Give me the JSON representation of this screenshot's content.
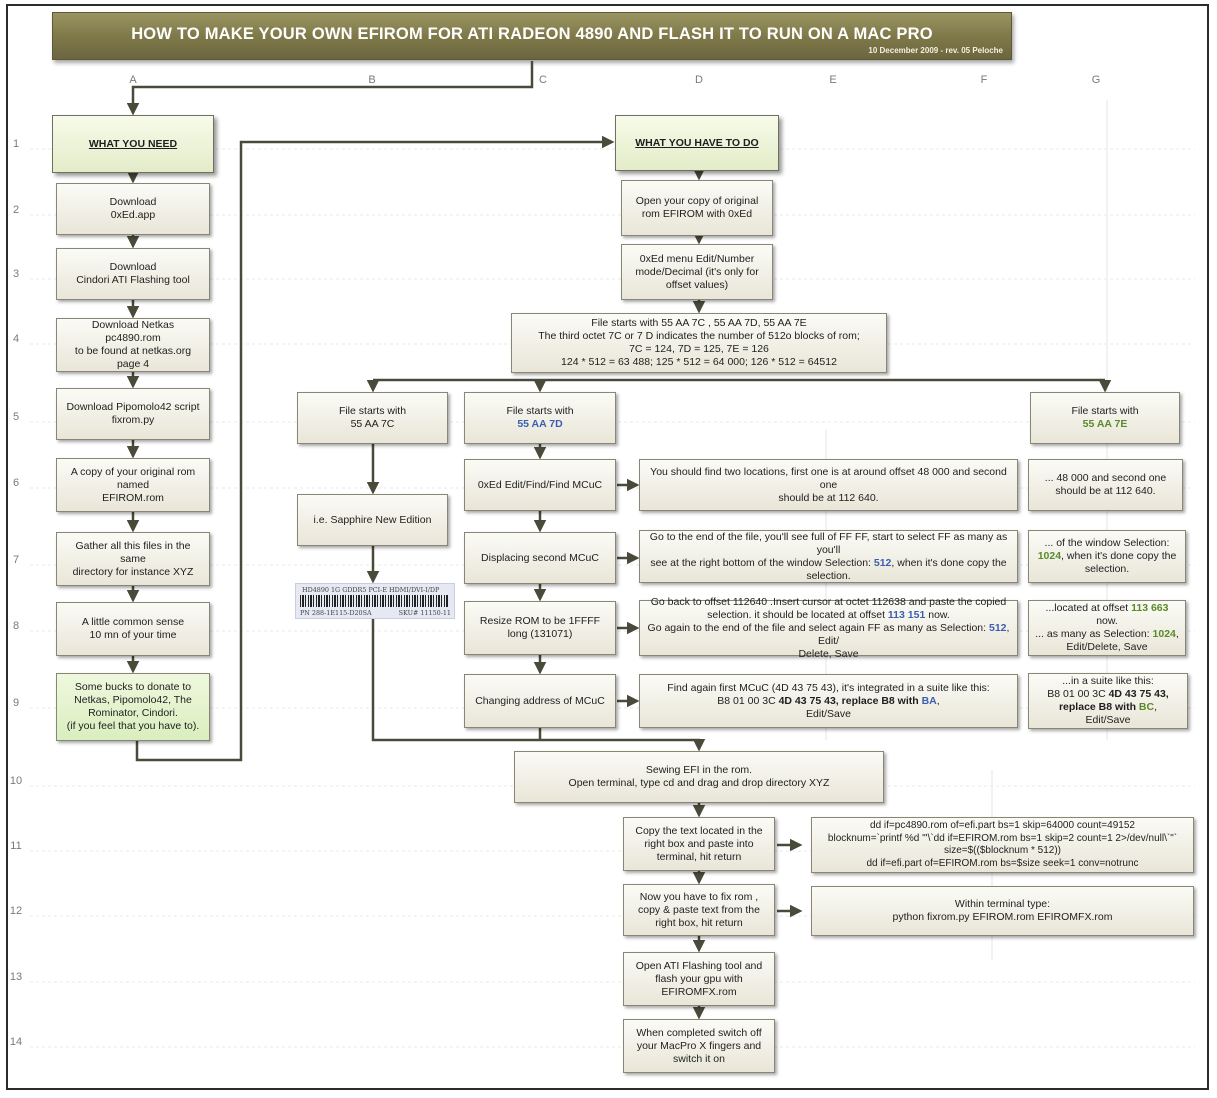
{
  "title": "HOW TO MAKE YOUR OWN EFIROM FOR ATI RADEON 4890 AND FLASH IT TO RUN ON A MAC PRO",
  "subtitle": "10 December 2009 - rev. 05 Peloche",
  "columns": [
    "A",
    "B",
    "C",
    "D",
    "E",
    "F",
    "G"
  ],
  "rows": [
    "1",
    "2",
    "3",
    "4",
    "5",
    "6",
    "7",
    "8",
    "9",
    "10",
    "11",
    "12",
    "13",
    "14"
  ],
  "left": {
    "head": "WHAT YOU NEED",
    "items": [
      {
        "l1": "Download",
        "l2": "0xEd.app"
      },
      {
        "l1": "Download",
        "l2": "Cindori ATI Flashing tool"
      },
      {
        "l1": "Download Netkas pc4890.rom",
        "l2": "to be found at netkas.org",
        "l3": "page 4"
      },
      {
        "l1": "Download Pipomolo42 script",
        "l2": "fixrom.py"
      },
      {
        "l1": "A copy of your original rom",
        "l2": "named",
        "l3": "EFIROM.rom"
      },
      {
        "l1": "Gather all this files in the same",
        "l2": "directory for instance XYZ"
      },
      {
        "l1": "A little common sense",
        "l2": "10 mn of your time"
      },
      {
        "l1": "Some bucks to donate to",
        "l2": "Netkas, Pipomolo42, The",
        "l3": "Rominator, Cindori.",
        "l4": "(if you feel that you have to)."
      }
    ]
  },
  "right": {
    "head": "WHAT YOU HAVE TO DO",
    "open": {
      "l1": "Open your copy of original",
      "l2": "rom EFIROM with 0xEd"
    },
    "menu": {
      "l1": "0xEd menu Edit/Number",
      "l2": "mode/Decimal (it's only for",
      "l3": "offset values)"
    },
    "starts": {
      "l1": "File starts with 55 AA 7C , 55 AA 7D, 55 AA 7E",
      "l2": "The third octet 7C or 7 D indicates the number of 512o blocks of rom;",
      "l3": "7C = 124, 7D = 125, 7E = 126",
      "l4": "124 * 512 = 63 488; 125 *  512 = 64 000; 126 * 512 = 64512"
    }
  },
  "branch_c": {
    "head_l1": "File starts with",
    "head_l2": "55 AA 7C",
    "edition": "i.e. Sapphire New Edition",
    "barcode": {
      "line1": "HD4890 1G GDDR5 PCI-E HDMI/DVI-I/DP",
      "pn": "PN 288-1E115-D20SA",
      "sku": "SKU# 11150-11"
    }
  },
  "branch_d": {
    "head_l1": "File starts with",
    "head_l2": "55 AA 7D",
    "steps": [
      "0xEd Edit/Find/Find MCuC",
      "Displacing second MCuC",
      "Resize ROM to be 1FFFF  long (131071)",
      "Changing address of MCuC"
    ],
    "find": {
      "l1": "You should find two locations, first one is at around offset 48 000 and second one",
      "l2": "should be at 112 640."
    },
    "displace": {
      "l1": "Go to the end of the file, you'll see full of FF FF, start to select FF as many as you'll",
      "l2a": "see at the right bottom of the window Selection: ",
      "l2b": "512",
      "l2c": ", when it's done copy the",
      "l3": "selection."
    },
    "resize": {
      "l1": "Go back to offset 112640 .Insert cursor at octet 112638 and paste the copied",
      "l2a": "selection. it should be located at offset ",
      "l2b": "113 151",
      "l2c": " now.",
      "l3a": "Go again to the end of the file and select again FF as many as Selection: ",
      "l3b": "512",
      "l3c": ", Edit/",
      "l4": "Delete, Save"
    },
    "change": {
      "l1": "Find again first MCuC (4D 43 75 43), it's integrated in a suite like this:",
      "l2a": "B8 01 00 3C ",
      "l2b": "4D 43 75 43, replace B8 with ",
      "l2c": "BA",
      "l2d": ",",
      "l3": "Edit/Save"
    }
  },
  "branch_e": {
    "head_l1": "File starts with",
    "head_l2": "55 AA 7E",
    "find": {
      "l1": "... 48 000 and second one",
      "l2": "should be at 112 640."
    },
    "displace": {
      "l1": "... of the window Selection:",
      "l2a": "1024",
      "l2b": ", when it's done copy the",
      "l3": "selection."
    },
    "resize": {
      "l1a": "...located at offset ",
      "l1b": "113 663",
      "l1c": " now.",
      "l2a": "... as many as Selection: ",
      "l2b": "1024",
      "l2c": ",",
      "l3": "Edit/Delete, Save"
    },
    "change": {
      "l1": "...in a suite like this:",
      "l2a": "B8 01 00 3C ",
      "l2b": "4D 43 75 43,",
      "l3a": "replace B8 with ",
      "l3b": "BC",
      "l3c": ",",
      "l4": "Edit/Save"
    }
  },
  "final": {
    "sewing": {
      "l1": "Sewing EFI in the rom.",
      "l2": "Open terminal, type cd and drag and drop directory XYZ"
    },
    "copy": {
      "l1": "Copy the text located in the",
      "l2": "right box and paste into",
      "l3": "terminal, hit return"
    },
    "dd": {
      "l1": "dd if=pc4890.rom of=efi.part bs=1 skip=64000 count=49152",
      "l2": "blocknum=`printf %d \"'\\`dd if=EFIROM.rom bs=1 skip=2 count=1 2>/dev/null\\`\"`",
      "l3": "size=$(($blocknum * 512))",
      "l4": "dd if=efi.part of=EFIROM.rom bs=$size seek=1 conv=notrunc"
    },
    "fix": {
      "l1": "Now you have to fix rom ,",
      "l2": "copy & paste text from the",
      "l3": "right box, hit return"
    },
    "python": {
      "l1": "Within terminal type:",
      "l2": "python fixrom.py EFIROM.rom EFIROMFX.rom"
    },
    "flash": {
      "l1": "Open ATI Flashing tool and",
      "l2": "flash your gpu with",
      "l3": "EFIROMFX.rom"
    },
    "done": {
      "l1": "When completed switch off",
      "l2": "your MacPro X fingers and",
      "l3": "switch it on"
    }
  }
}
